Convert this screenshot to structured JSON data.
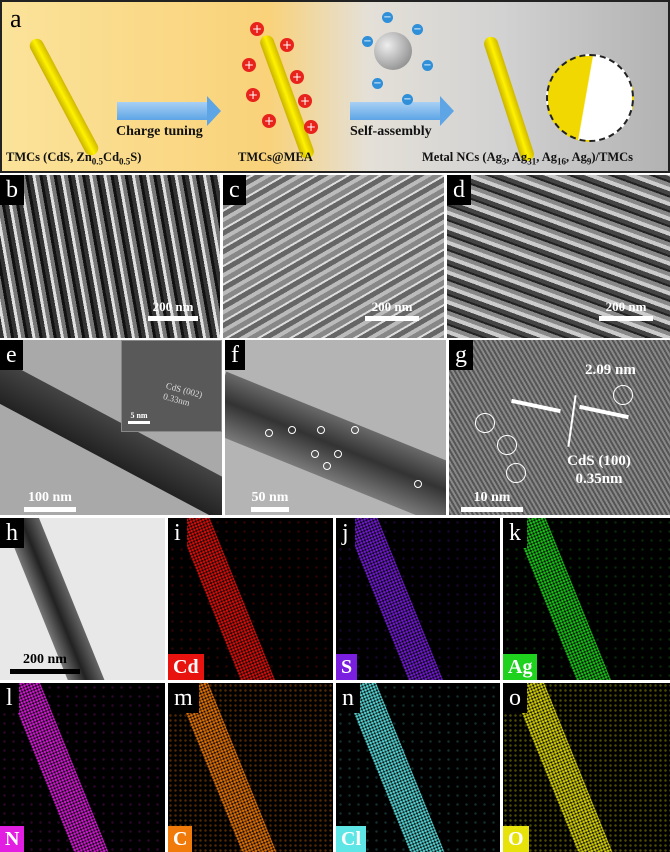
{
  "panel_a": {
    "label": "a",
    "step1": "Charge tuning",
    "step2": "Self-assembly",
    "caption_left": "TMCs (CdS, Zn0.5Cd0.5S)",
    "caption_mid": "TMCs@MEA",
    "caption_right": "Metal NCs (Ag3, Ag31, Ag16, Ag9)/TMCs",
    "plus_sign": "+",
    "minus_sign": "−"
  },
  "panels": {
    "b": {
      "label": "b",
      "scale": "200 nm"
    },
    "c": {
      "label": "c",
      "scale": "200 nm"
    },
    "d": {
      "label": "d",
      "scale": "200 nm"
    },
    "e": {
      "label": "e",
      "scale": "100 nm",
      "inset_scale": "5 nm",
      "inset_plane": "CdS (002)",
      "inset_spacing": "0.33nm"
    },
    "f": {
      "label": "f",
      "scale": "50 nm"
    },
    "g": {
      "label": "g",
      "scale": "10 nm",
      "size": "2.09 nm",
      "plane": "CdS (100)",
      "spacing": "0.35nm"
    },
    "h": {
      "label": "h",
      "scale": "200 nm"
    },
    "i": {
      "label": "i",
      "element": "Cd",
      "color": "#e8120e"
    },
    "j": {
      "label": "j",
      "element": "S",
      "color": "#7a1ee0"
    },
    "k": {
      "label": "k",
      "element": "Ag",
      "color": "#1ed21e"
    },
    "l": {
      "label": "l",
      "element": "N",
      "color": "#e21ee2"
    },
    "m": {
      "label": "m",
      "element": "C",
      "color": "#f07a0a"
    },
    "n": {
      "label": "n",
      "element": "Cl",
      "color": "#5ee6e6"
    },
    "o": {
      "label": "o",
      "element": "O",
      "color": "#e6e20a"
    }
  }
}
